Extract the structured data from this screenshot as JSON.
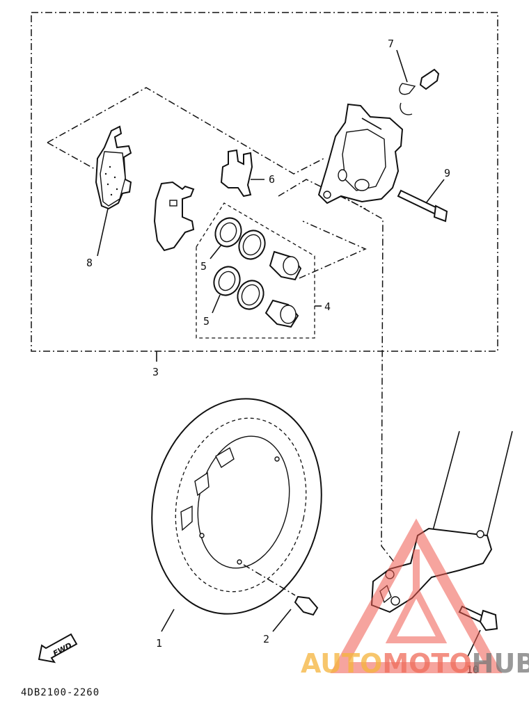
{
  "diagram": {
    "labels": {
      "disc": "1",
      "disc_bolt": "2",
      "caliper_assy": "3",
      "seal_kit": "4",
      "seal": "5",
      "pad_support": "6",
      "bleed_screw": "7",
      "brake_pad": "8",
      "caliper_bolt": "9",
      "mount_bolt": "10"
    },
    "fwd_marker": "FWD",
    "diagram_code": "4DB2100-2260",
    "watermark": {
      "part1": "AUTO",
      "part2": "MOTO",
      "part3": "HUB",
      "colors": {
        "auto": "#f5b43c",
        "moto": "#ef6c5a",
        "hub": "#777777",
        "triangle": "#ef5a50"
      }
    }
  }
}
